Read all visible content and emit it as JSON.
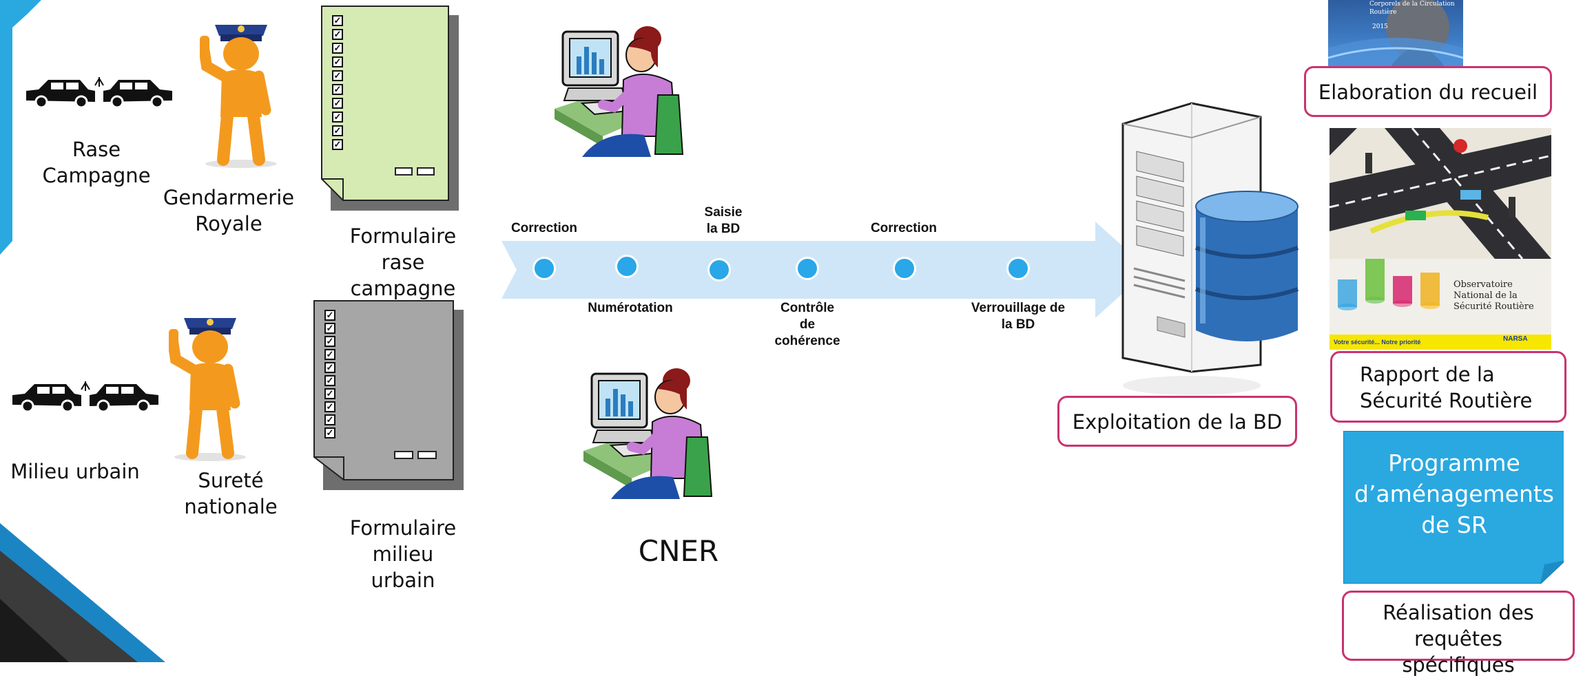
{
  "left_column": {
    "rase_campagne": "Rase\nCampagne",
    "gendarmerie": "Gendarmerie\nRoyale",
    "milieu_urbain": "Milieu urbain",
    "surete": "Sureté nationale"
  },
  "forms": {
    "rase": "Formulaire rase\ncampagne",
    "urbain": "Formulaire milieu\nurbain"
  },
  "cner": "CNER",
  "process_steps": {
    "correction_1": "Correction",
    "saisie": "Saisie\nla BD",
    "correction_2": "Correction",
    "numerotation": "Numérotation",
    "controle": "Contrôle\nde\ncohérence",
    "verrouillage": "Verrouillage de\nla BD"
  },
  "database": {
    "label": "Exploitation de la BD"
  },
  "outputs": {
    "cover_caption": "Corporels de la Circulation Routière",
    "cover_year": "2015",
    "recueil": "Elaboration du recueil",
    "report_title": "Observatoire\nNational de la\nSécurité Routière",
    "report_tagline": "Votre sécurité... Notre priorité",
    "report_brand": "NARSA",
    "rapport": "Rapport de la\nSécurité Routière",
    "programme": "Programme\nd’aménagements\nde SR",
    "requetes": "Réalisation des requêtes\nspécifiques"
  },
  "colors": {
    "accent_blue": "#2aa8e0",
    "pink_border": "#c9336f",
    "arrow": "#cfe6f8",
    "form_green": "#d6eab4",
    "form_gray": "#a6a6a6"
  }
}
